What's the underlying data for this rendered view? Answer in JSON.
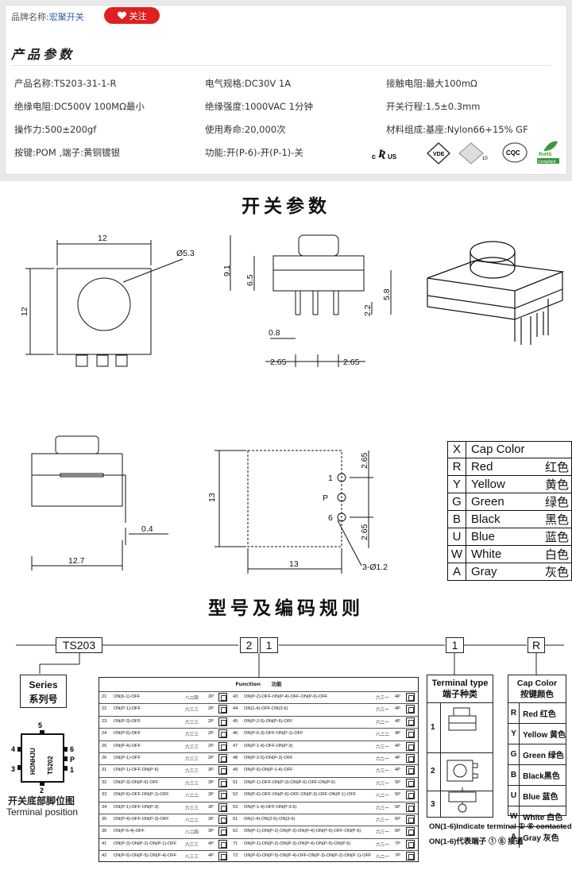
{
  "header": {
    "brand_label": "品牌名称:",
    "brand_value": "宏聚开关",
    "follow_label": "关注"
  },
  "section_title": "产品参数",
  "params": [
    [
      "产品名称:TS203-31-1-R",
      "电气规格:DC30V  1A",
      "接触电阻:最大100mΩ"
    ],
    [
      "绝缘电阻:DC500V  100MΩ最小",
      "绝缘强度:1000VAC  1分钟",
      "开关行程:1.5±0.3mm"
    ],
    [
      "操作力:500±200gf",
      "使用寿命:20,000次",
      "材料组成:基座:Nylon66+15% GF"
    ],
    [
      "按键:POM   ,端子:黄铜镀银",
      "功能:开(P-6)-开(P-1)-关",
      ""
    ]
  ],
  "certs": {
    "ul": "c",
    "ul2": "US",
    "vde": "VDE",
    "cqc": "CQC",
    "rohs": "RoHS",
    "rohs2": "Compliant",
    "ten": "10"
  },
  "switch_params_title": "开关参数",
  "dims": {
    "d1": "12",
    "d2": "Ø5.3",
    "d3": "12",
    "d4": "9.1",
    "d5": "6.5",
    "d6": "5.8",
    "d7": "2.2",
    "d8": "0.8",
    "d9": "2.65",
    "d10": "2.65",
    "d11": "0.4",
    "d12": "12.7",
    "d13": "13",
    "d14": "13",
    "d15": "2.65",
    "d16": "2.65",
    "d17": "3-Ø1.2",
    "pin1": "1",
    "pinP": "P",
    "pin6": "6"
  },
  "cap_colors": [
    {
      "k": "X",
      "en": "Cap Color",
      "cn": ""
    },
    {
      "k": "R",
      "en": "Red",
      "cn": "红色"
    },
    {
      "k": "Y",
      "en": "Yellow",
      "cn": "黄色"
    },
    {
      "k": "G",
      "en": "Green",
      "cn": "绿色"
    },
    {
      "k": "B",
      "en": "Black",
      "cn": "黑色"
    },
    {
      "k": "U",
      "en": "Blue",
      "cn": "蓝色"
    },
    {
      "k": "W",
      "en": "White",
      "cn": "白色"
    },
    {
      "k": "A",
      "en": "Gray",
      "cn": "灰色"
    }
  ],
  "model_title": "型号及编码规则",
  "code": {
    "series": "TS203",
    "b1": "2",
    "b2": "1",
    "b3": "1",
    "b4": "R"
  },
  "series_box": {
    "en": "Series",
    "cn": "系列号"
  },
  "terminal_pos": {
    "cn": "开关底部脚位图",
    "en": "Terminal position",
    "pin5": "5",
    "pin4": "4",
    "pin3": "3",
    "pin2": "2",
    "pin6": "6",
    "pinP": "P",
    "pin1": "1",
    "txt1": "HONHJU",
    "txt2": "TS202"
  },
  "function_header": {
    "en": "Function",
    "cn": "功能"
  },
  "function_rows": [
    {
      "n": "21",
      "d": "ON(6-1)-OFF",
      "c": "八二四",
      "p": "2P",
      "n2": "43",
      "d2": "ON(P-2)-OFF-ON(P-4)-OFF-ON(P-6)-OFF",
      "c2": "六三一",
      "p2": "4P"
    },
    {
      "n": "22",
      "d": "ON(P-1)-OFF",
      "c": "六三三",
      "p": "2P",
      "n2": "44",
      "d2": "ON(1-4)-OFF-ON(3-6)",
      "c2": "六三一",
      "p2": "4P"
    },
    {
      "n": "23",
      "d": "ON(P-3)-OFF",
      "c": "六三三",
      "p": "2P",
      "n2": "45",
      "d2": "ON(P-2-5)-ON(P-6)-OFF",
      "c2": "六二一",
      "p2": "4P"
    },
    {
      "n": "24",
      "d": "ON(P-6)-OFF",
      "c": "六三三",
      "p": "2P",
      "n2": "46",
      "d2": "ON(P-6-3)-OFF-ON(P-1)-OFF",
      "c2": "八二二",
      "p2": "4P"
    },
    {
      "n": "25",
      "d": "ON(P-4)-OFF",
      "c": "六三三",
      "p": "2P",
      "n2": "47",
      "d2": "ON(P-1-4)-OFF-ON(P-3)",
      "c2": "六三一",
      "p2": "4P"
    },
    {
      "n": "26",
      "d": "ON(P-1)-OFF",
      "c": "六三三",
      "p": "2P",
      "n2": "48",
      "d2": "ON(P-2-5)-ON(P-3)-OFF",
      "c2": "六二一",
      "p2": "4P"
    },
    {
      "n": "31",
      "d": "ON(P-1)-OFF-ON(P-6)",
      "c": "六三三",
      "p": "3P",
      "n2": "49",
      "d2": "ON(P-6)-ON(P-1-4)-OFF",
      "c2": "六三一",
      "p2": "4P"
    },
    {
      "n": "32",
      "d": "ON(P-3)-ON(P-6)-OFF",
      "c": "六三三",
      "p": "3P",
      "n2": "51",
      "d2": "ON(P-1)-OFF-ON(P-3)-ON(P-6)-OFF-ON(P-6)",
      "c2": "六三一",
      "p2": "5P"
    },
    {
      "n": "33",
      "d": "ON(P-6)-OFF-ON(P-1)-OFF",
      "c": "八二二",
      "p": "3P",
      "n2": "52",
      "d2": "ON(P-6)-OFF-ON(P-6)-OFF-ON(P-3)-OFF-ON(P-1)-OFF",
      "c2": "八二一",
      "p2": "5P"
    },
    {
      "n": "34",
      "d": "ON(P-1)-OFF-ON(P-3)",
      "c": "六三三",
      "p": "3P",
      "n2": "53",
      "d2": "ON(P-1-4)-OFF-ON(P-3-6)",
      "c2": "六三一",
      "p2": "5P"
    },
    {
      "n": "35",
      "d": "ON(P-4)-OFF-ON(P-3)-OFF",
      "c": "八二二",
      "p": "3P",
      "n2": "61",
      "d2": "ON(1-4)-ON(2-5)-ON(3-6)",
      "c2": "六三一",
      "p2": "6P"
    },
    {
      "n": "36",
      "d": "ON(P-6-4)-OFF",
      "c": "八二四",
      "p": "3P",
      "n2": "62",
      "d2": "ON(P-1)-ON(P-2)-ON(P-3)-ON(P-4)-ON(P-6)-OFF-ON(P-6)",
      "c2": "六三一",
      "p2": "6P"
    },
    {
      "n": "41",
      "d": "ON(P-3)-ON(P-2)-ON(P-1)-OFF",
      "c": "六三三",
      "p": "4P",
      "n2": "71",
      "d2": "ON(P-1)-ON(P-2)-ON(P-3)-ON(P-4)-ON(P-5)-ON(P-6)",
      "c2": "六三一",
      "p2": "7P"
    },
    {
      "n": "42",
      "d": "ON(P-6)-ON(P-5)-ON(P-4)-OFF",
      "c": "八三三",
      "p": "4P",
      "n2": "72",
      "d2": "ON(P-6)-ON(P-5)-ON(P-4)-OFF-ON(P-3)-ON(P-2)-ON(P-1)-OFF",
      "c2": "八二一",
      "p2": "7P"
    }
  ],
  "terminal_type": {
    "en": "Terminal type",
    "cn": "端子种类",
    "items": [
      "1",
      "2",
      "3"
    ]
  },
  "cap_color_box": {
    "en": "Cap Color",
    "cn": "按键颜色",
    "rows": [
      {
        "k": "R",
        "v": "Red 红色"
      },
      {
        "k": "Y",
        "v": "Yellow 黄色"
      },
      {
        "k": "G",
        "v": "Green 绿色"
      },
      {
        "k": "B",
        "v": "Black黑色"
      },
      {
        "k": "U",
        "v": "Blue 蓝色"
      },
      {
        "k": "W",
        "v": "White 白色"
      },
      {
        "k": "A",
        "v": "Gray 灰色"
      }
    ]
  },
  "notes": [
    "ON(1-6)Indicate terminal ① ⑥ contacted",
    "ON(1-6)代表端子 ① ⑥ 接通"
  ]
}
